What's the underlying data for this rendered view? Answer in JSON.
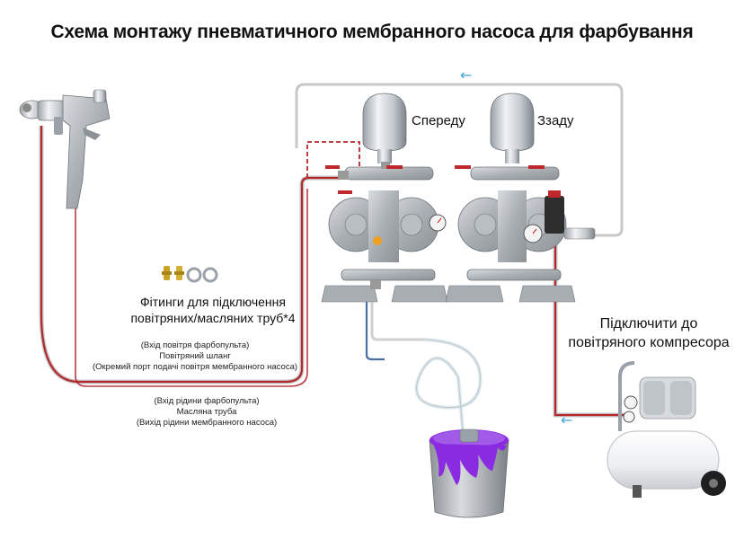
{
  "title": "Схема монтажу пневматичного мембранного насоса для фарбування",
  "labels": {
    "front": "Спереду",
    "back": "Ззаду",
    "fittings_line1": "Фітинги для підключення",
    "fittings_line2": "повітряних/масляних труб*4",
    "compressor_line1": "Підключити до",
    "compressor_line2": "повітряного компресора"
  },
  "air_hose_note": {
    "line1": "(Вхід повітря фарбопульта)",
    "line2": "Повітряний шланг",
    "line3": "(Окремий порт подачі повітря мембранного насоса)"
  },
  "fluid_pipe_note": {
    "line1": "(Вхід рідини фарбопульта)",
    "line2": "Масляна труба",
    "line3": "(Вихід рідини мембранного насоса)"
  },
  "arrows": {
    "glyph": "←"
  },
  "colors": {
    "air_line": "#b3282d",
    "outline_line": "#b8b8b8",
    "fluid_line": "#4a6fa5",
    "paint": "#8a2be2",
    "arrow": "#3fa7d6"
  },
  "icons": [
    "spray-gun-icon",
    "diaphragm-pump-front-icon",
    "diaphragm-pump-back-icon",
    "fittings-icon",
    "paint-bucket-icon",
    "air-compressor-icon"
  ]
}
